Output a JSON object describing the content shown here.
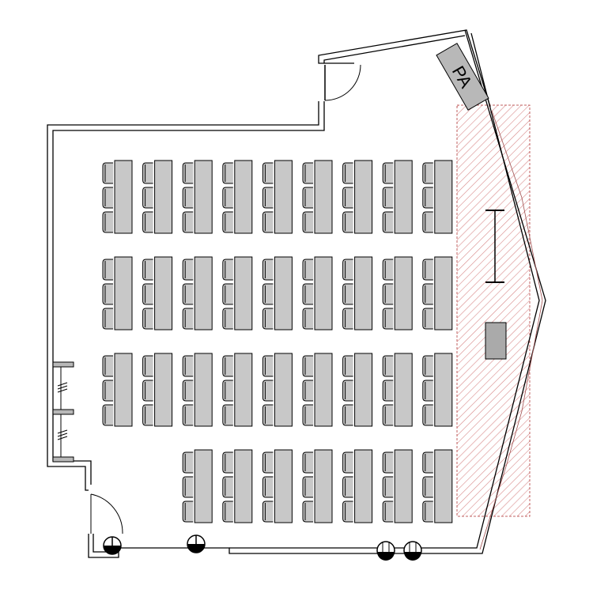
{
  "pa_label": "PA",
  "colors": {
    "stage_hatch": "#d88a8a",
    "stage_border": "#c06060",
    "furniture_fill": "#c8c8c8",
    "wall": "#000000"
  },
  "seating": {
    "rows": [
      9,
      9,
      9,
      7
    ],
    "chairs_per_desk": 3
  }
}
